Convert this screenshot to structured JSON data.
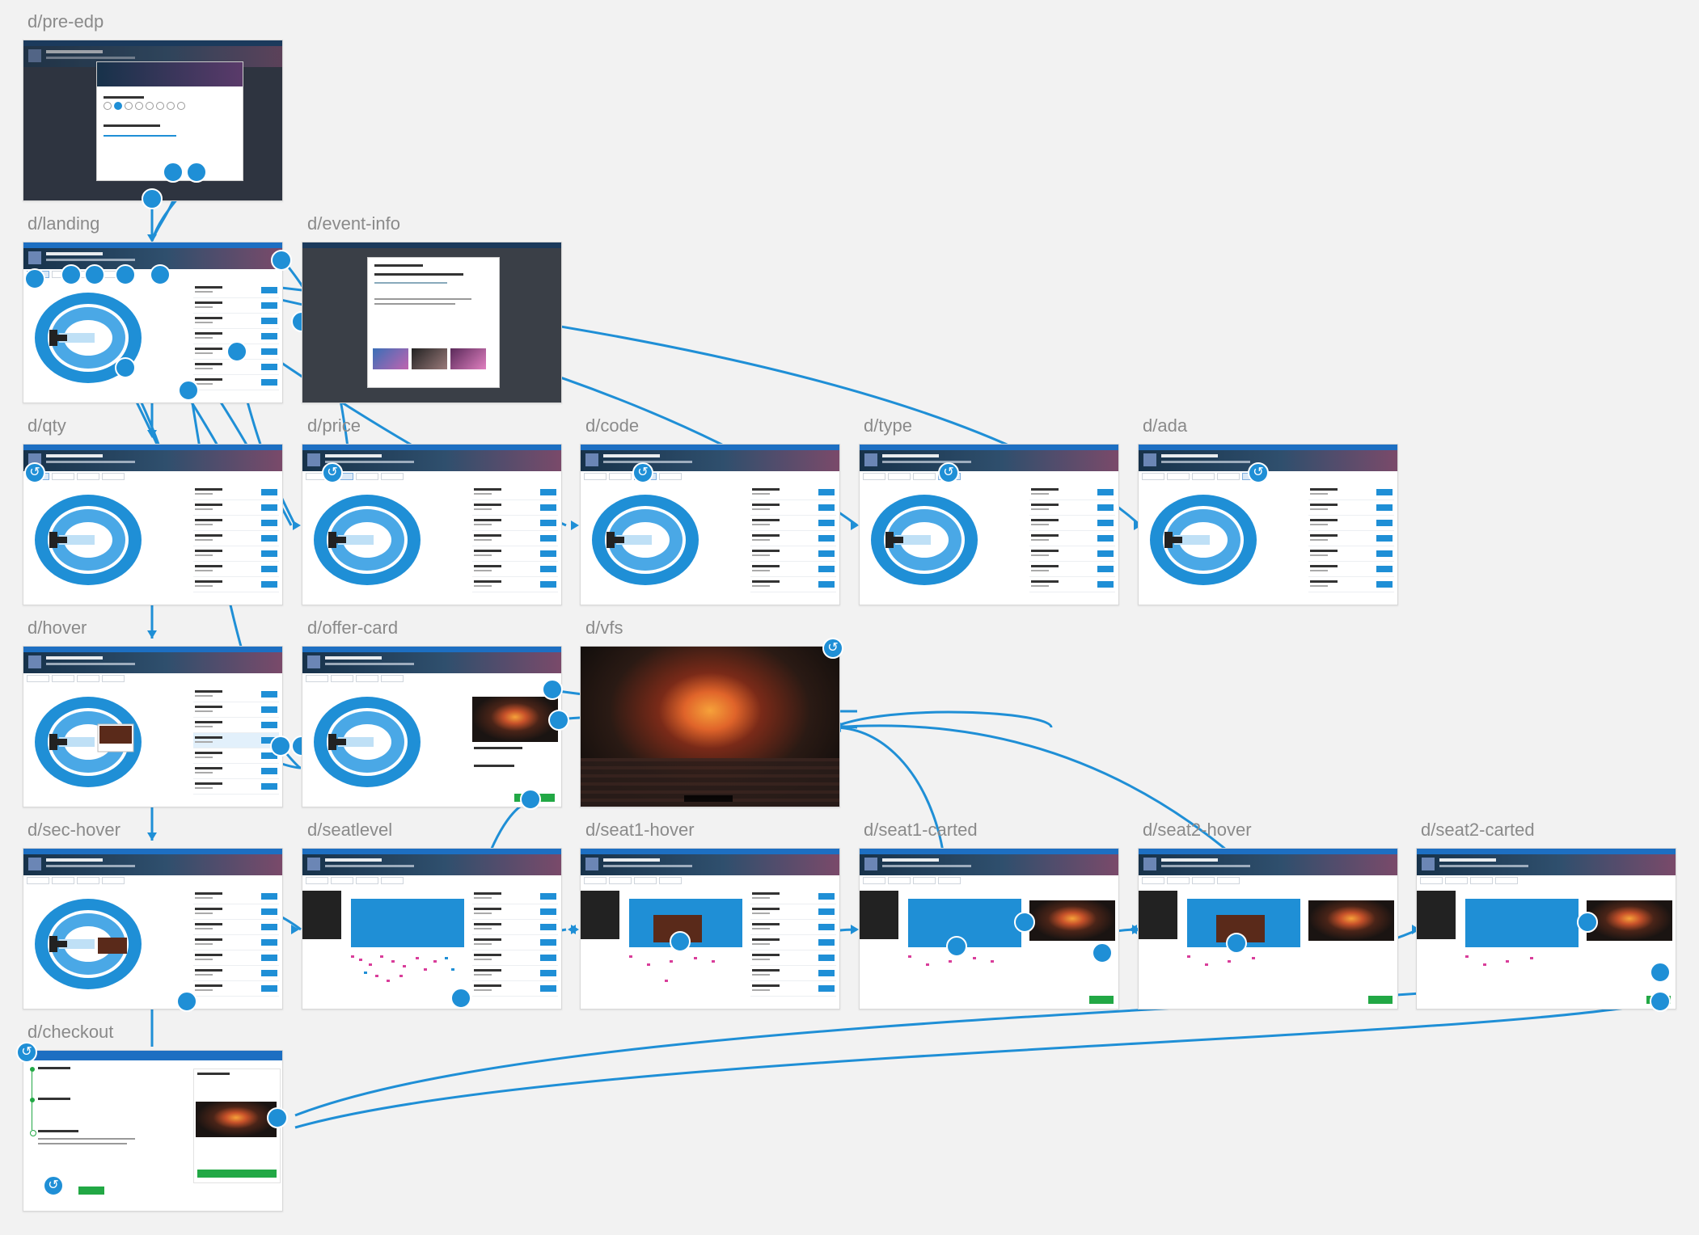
{
  "labels": {
    "pre_edp": "d/pre-edp",
    "landing": "d/landing",
    "event_info": "d/event-info",
    "qty": "d/qty",
    "price": "d/price",
    "code": "d/code",
    "type": "d/type",
    "ada": "d/ada",
    "hover": "d/hover",
    "offer_card": "d/offer-card",
    "vfs": "d/vfs",
    "sec_hover": "d/sec-hover",
    "seatlevel": "d/seatlevel",
    "seat1_hover": "d/seat1-hover",
    "seat1_carted": "d/seat1-carted",
    "seat2_hover": "d/seat2-hover",
    "seat2_carted": "d/seat2-carted",
    "checkout": "d/checkout"
  },
  "icons": {
    "back": "back-arrow-icon",
    "hotspot": "hotspot-dot-icon"
  },
  "colors": {
    "link": "#1f8fd6",
    "brand": "#1d6fc2",
    "canvas": "#f2f2f2",
    "label": "#8a8a8a",
    "success": "#22a845"
  }
}
